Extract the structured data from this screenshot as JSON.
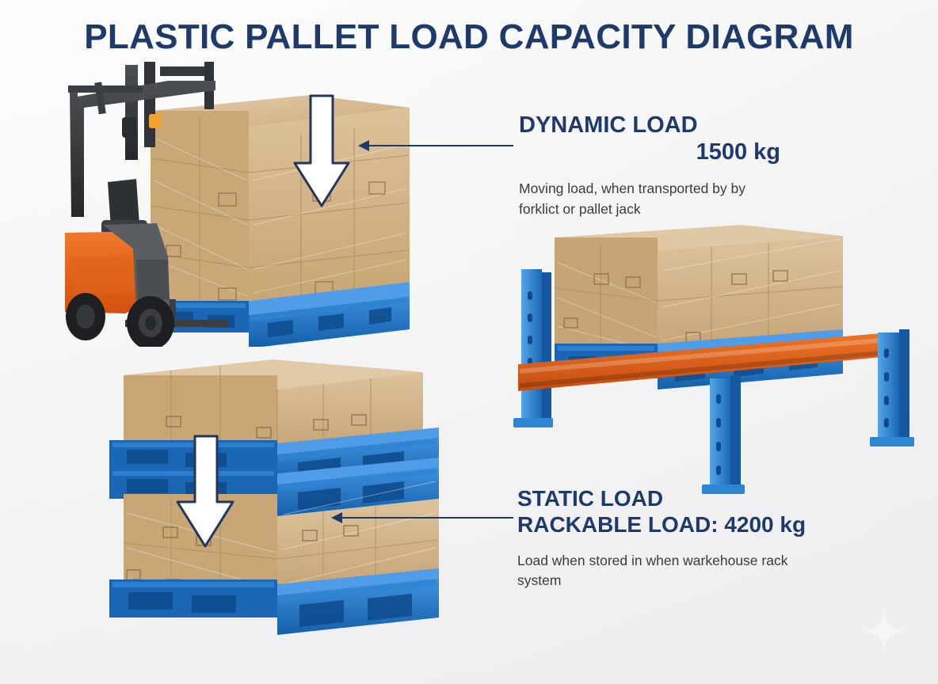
{
  "page": {
    "title": "PLASTIC PALLET LOAD CAPACITY DIAGRAM",
    "background_color": "#f1f1f3",
    "accent_color": "#1e3a6b",
    "pallet_color": "#1f72c8",
    "rack_beam_color": "#d4561e",
    "box_color": "#cda97b"
  },
  "callouts": [
    {
      "id": "dynamic",
      "heading": "DYNAMIC LOAD",
      "amount": "1500 kg",
      "description": "Moving load, when transported by by forklict or pallet jack"
    },
    {
      "id": "static",
      "heading": "STATIC LOAD",
      "amount": "RACKABLE LOAD: 4200 kg",
      "description": "Load when stored in when warkehouse rack system"
    }
  ],
  "illustrations": {
    "forklift": "orange-forklift-carrying-wrapped-pallet",
    "rack": "blue-orange-pallet-rack-with-loaded-pallet",
    "stack": "stacked-plastic-pallets-with-boxes"
  },
  "decor": {
    "sparkle": "sparkle-icon"
  }
}
